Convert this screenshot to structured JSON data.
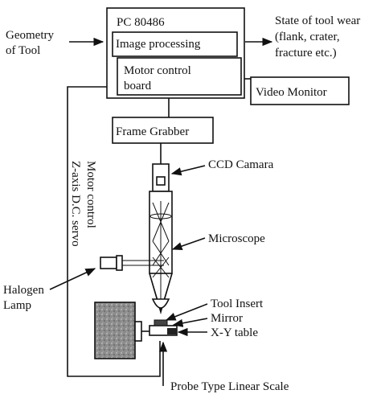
{
  "labels": {
    "pc": "PC 80486",
    "image_processing": "Image processing",
    "motor_board_line1": "Motor control",
    "motor_board_line2": "board",
    "video_monitor": "Video Monitor",
    "frame_grabber": "Frame Grabber",
    "geometry_line1": "Geometry",
    "geometry_line2": "of Tool",
    "state_line1": "State of tool wear",
    "state_line2": "(flank, crater,",
    "state_line3": "fracture etc.)",
    "ccd_camera": "CCD  Camara",
    "microscope": "Microscope",
    "halogen_line1": "Halogen",
    "halogen_line2": "Lamp",
    "tool_insert": "Tool Insert",
    "mirror": "Mirror",
    "xy_table": "X-Y table",
    "probe_scale": "Probe Type Linear Scale",
    "zaxis_line1": "Z-axis D.C. servo",
    "zaxis_line2": "Motor control"
  },
  "colors": {
    "ink": "#111111",
    "motor_fill": "#8c8c8c"
  }
}
